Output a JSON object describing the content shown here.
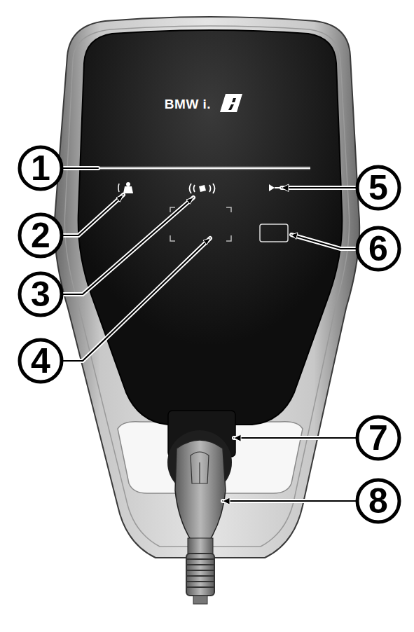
{
  "diagram": {
    "labels": [
      "BMW i.",
      "1",
      "5",
      "2",
      "6",
      "3",
      "4",
      "7",
      "8"
    ]
  }
}
